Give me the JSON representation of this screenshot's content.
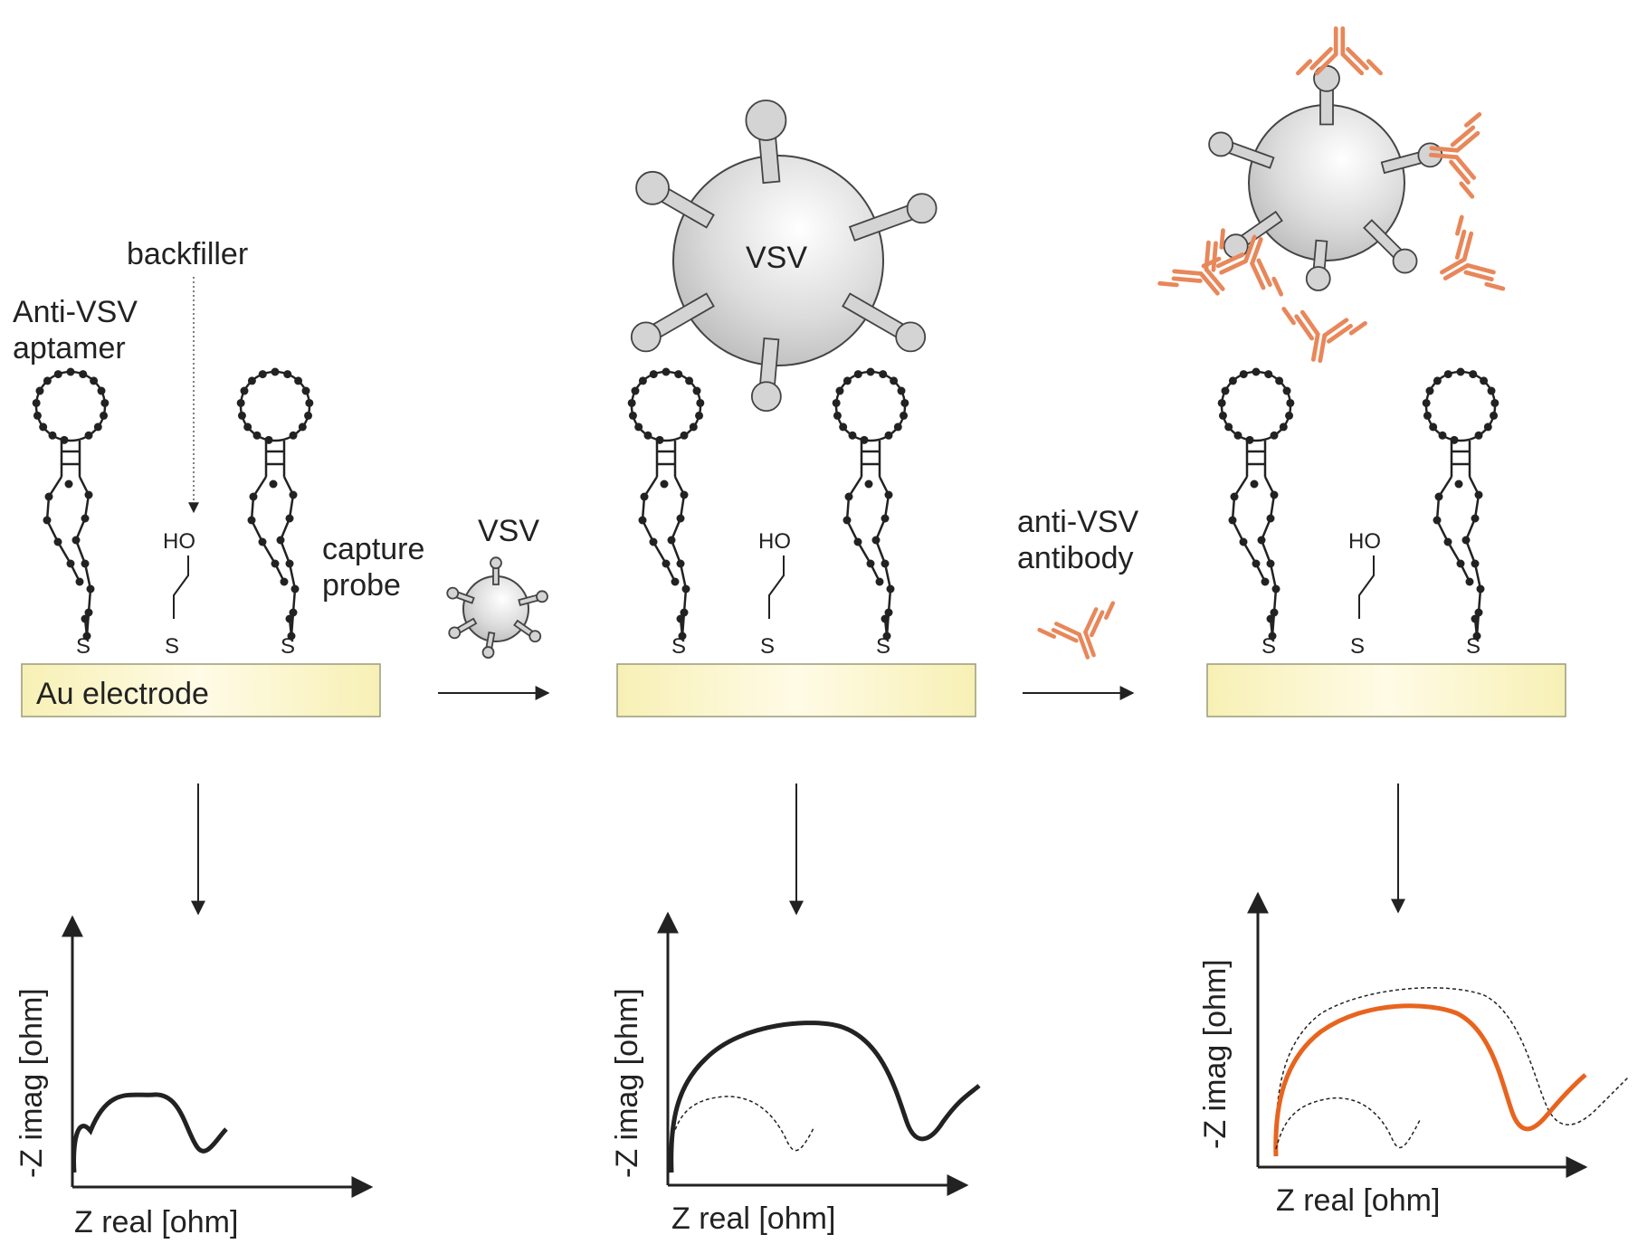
{
  "labels": {
    "backfiller": "backfiller",
    "aptamer_line1": "Anti-VSV",
    "aptamer_line2": "aptamer",
    "capture_line1": "capture",
    "capture_line2": "probe",
    "electrode": "Au electrode",
    "vsv_arrow": "VSV",
    "vsv_big": "VSV",
    "antibody_line1": "anti-VSV",
    "antibody_line2": "antibody",
    "ho": "HO",
    "sulfur": "S"
  },
  "plots": [
    {
      "ylabel": "-Z imag [ohm]",
      "xlabel": "Z real [ohm]"
    },
    {
      "ylabel": "-Z imag [ohm]",
      "xlabel": "Z real [ohm]"
    },
    {
      "ylabel": "-Z imag [ohm]",
      "xlabel": "Z real [ohm]"
    }
  ],
  "colors": {
    "electrode_fill": "#f7f0b5",
    "electrode_center": "#fffbe6",
    "virus_fill": "#d9d9d9",
    "antibody": "#e8875a",
    "antibody_curve": "#e8641e",
    "ink": "#222222"
  }
}
